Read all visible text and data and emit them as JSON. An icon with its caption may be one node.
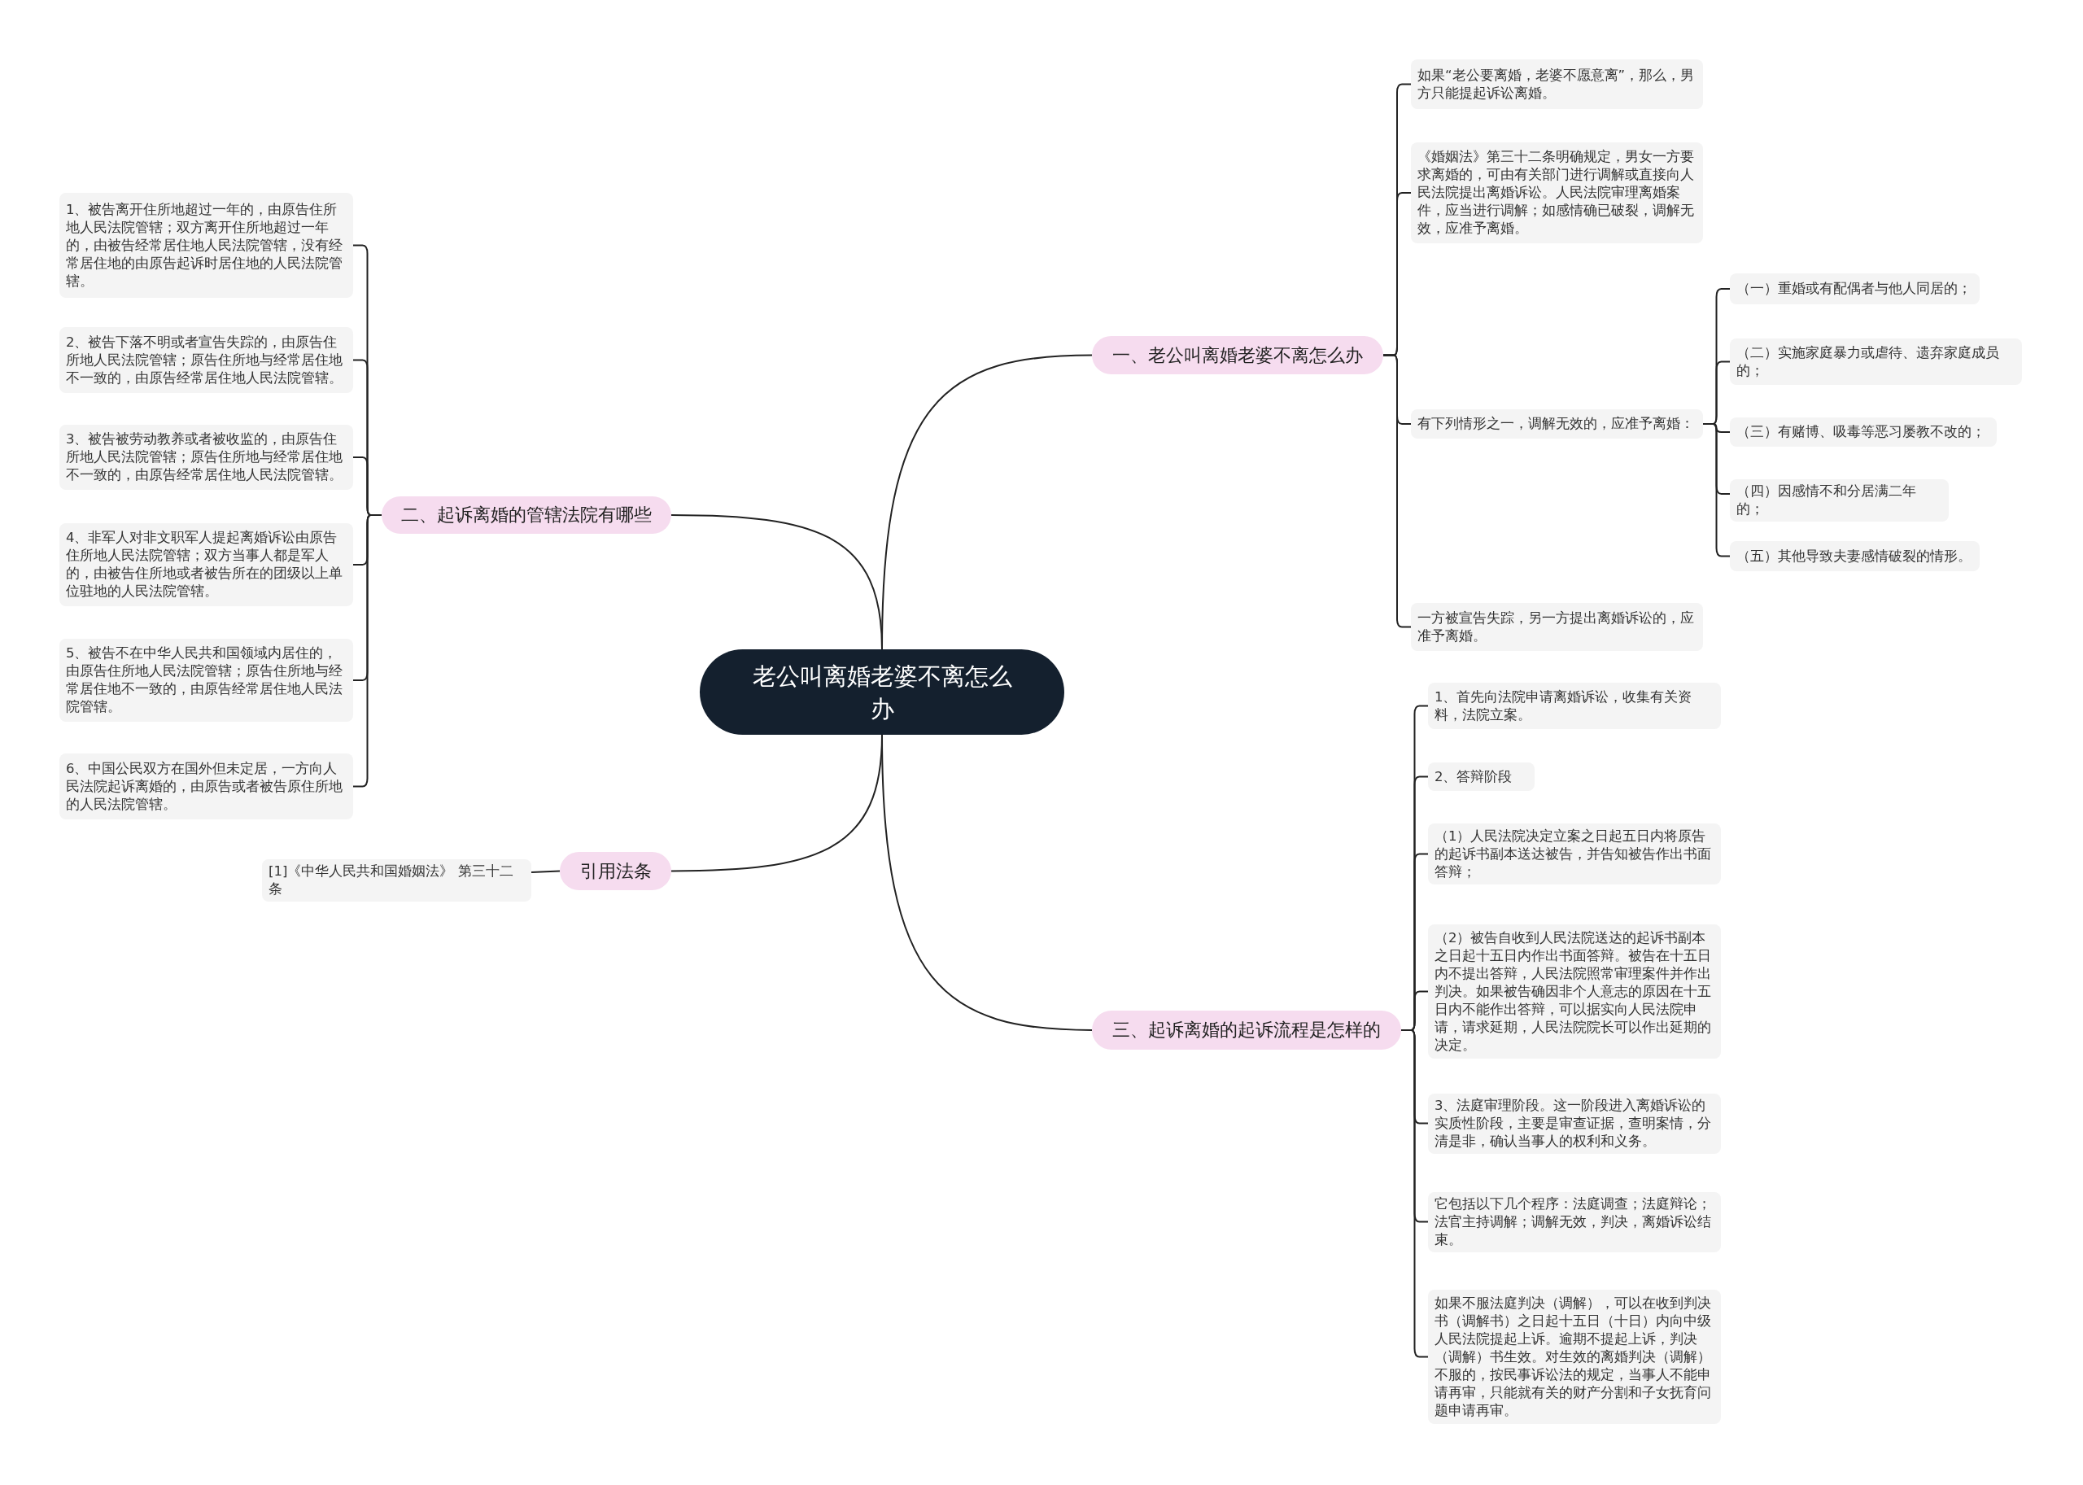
{
  "diagram": {
    "nodes": [
      {
        "text": [
          "老公叫离婚老婆不离怎么办"
        ]
      },
      {
        "text": [
          "一、老公叫离婚老婆不离怎么办"
        ]
      },
      {
        "text": [
          "二、起诉离婚的管辖法院有哪些"
        ]
      },
      {
        "text": [
          "三、起诉离婚的起诉流程是怎样的"
        ]
      },
      {
        "text": [
          "引用法条"
        ]
      },
      {
        "text": [
          "如果“老公要离婚，老婆不愿意离”，那么，男方只能提起诉讼离婚。"
        ]
      },
      {
        "text": [
          "《婚姻法》第三十二条明确规定，男女一方要求离婚的，可由有关部门进行调解或直接向人民法院提出离婚诉讼。人民法院审理离婚案件，应当进行调解；如感情确已破裂，调解无效，应准予离婚。"
        ]
      },
      {
        "text": [
          "有下列情形之一，调解无效的，应准予离婚："
        ]
      },
      {
        "text": [
          "（一）重婚或有配偶者与他人同居的；"
        ]
      },
      {
        "text": [
          "（二）实施家庭暴力或虐待、遗弃家庭成员的；"
        ]
      },
      {
        "text": [
          "（三）有赌博、吸毒等恶习屡教不改的；"
        ]
      },
      {
        "text": [
          "（四）因感情不和分居满二年的；"
        ]
      },
      {
        "text": [
          "（五）其他导致夫妻感情破裂的情形。"
        ]
      },
      {
        "text": [
          "一方被宣告失踪，另一方提出离婚诉讼的，应准予离婚。"
        ]
      },
      {
        "text": [
          "1、被告离开住所地超过一年的，由原告住所地人民法院管辖；双方离开住所地超过一年的，由被告经常居住地人民法院管辖，没有经常居住地的由原告起诉时居住地的人民法院管辖。"
        ]
      },
      {
        "text": [
          "2、被告下落不明或者宣告失踪的，由原告住所地人民法院管辖；原告住所地与经常居住地不一致的，由原告经常居住地人民法院管辖。"
        ]
      },
      {
        "text": [
          "3、被告被劳动教养或者被收监的，由原告住所地人民法院管辖；原告住所地与经常居住地不一致的，由原告经常居住地人民法院管辖。"
        ]
      },
      {
        "text": [
          "4、非军人对非文职军人提起离婚诉讼由原告住所地人民法院管辖；双方当事人都是军人的，由被告住所地或者被告所在的团级以上单位驻地的人民法院管辖。"
        ]
      },
      {
        "text": [
          "5、被告不在中华人民共和国领域内居住的，由原告住所地人民法院管辖；原告住所地与经常居住地不一致的，由原告经常居住地人民法院管辖。"
        ]
      },
      {
        "text": [
          "6、中国公民双方在国外但未定居，一方向人民法院起诉离婚的，由原告或者被告原住所地的人民法院管辖。"
        ]
      },
      {
        "text": [
          "[1]《中华人民共和国婚姻法》 第三十二条"
        ]
      },
      {
        "text": [
          "1、首先向法院申请离婚诉讼，收集有关资料，法院立案。"
        ]
      },
      {
        "text": [
          "2、答辩阶段"
        ]
      },
      {
        "text": [
          "（1）人民法院决定立案之日起五日内将原告的起诉书副本送达被告，并告知被告作出书面答辩；"
        ]
      },
      {
        "text": [
          "（2）被告自收到人民法院送达的起诉书副本之日起十五日内作出书面答辩。被告在十五日内不提出答辩，人民法院照常审理案件并作出判决。如果被告确因非个人意志的原因在十五日内不能作出答辩，可以据实向人民法院申请，请求延期，人民法院院长可以作出延期的决定。"
        ]
      },
      {
        "text": [
          "3、法庭审理阶段。这一阶段进入离婚诉讼的实质性阶段，主要是审查证据，查明案情，分清是非，确认当事人的权利和义务。"
        ]
      },
      {
        "text": [
          "它包括以下几个程序：法庭调查；法庭辩论；法官主持调解；调解无效，判决，离婚诉讼结束。"
        ]
      },
      {
        "text": [
          "如果不服法庭判决（调解），可以在收到判决书（调解书）之日起十五日（十日）内向中级人民法院提起上诉。逾期不提起上诉，判决（调解）书生效。对生效的离婚判决（调解）不服的，按民事诉讼法的规定，当事人不能申请再审，只能就有关的财产分割和子女抚育问题申请再审。"
        ]
      }
    ],
    "edges": [
      {
        "from": 0,
        "to": 1,
        "arrow": "none"
      },
      {
        "from": 0,
        "to": 2,
        "arrow": "none"
      },
      {
        "from": 0,
        "to": 3,
        "arrow": "none"
      },
      {
        "from": 0,
        "to": 4,
        "arrow": "none"
      },
      {
        "from": 1,
        "to": 5,
        "arrow": "none"
      },
      {
        "from": 1,
        "to": 6,
        "arrow": "none"
      },
      {
        "from": 1,
        "to": 7,
        "arrow": "none"
      },
      {
        "from": 1,
        "to": 13,
        "arrow": "none"
      },
      {
        "from": 7,
        "to": 8,
        "arrow": "none"
      },
      {
        "from": 7,
        "to": 9,
        "arrow": "none"
      },
      {
        "from": 7,
        "to": 10,
        "arrow": "none"
      },
      {
        "from": 7,
        "to": 11,
        "arrow": "none"
      },
      {
        "from": 7,
        "to": 12,
        "arrow": "none"
      },
      {
        "from": 2,
        "to": 14,
        "arrow": "none"
      },
      {
        "from": 2,
        "to": 15,
        "arrow": "none"
      },
      {
        "from": 2,
        "to": 16,
        "arrow": "none"
      },
      {
        "from": 2,
        "to": 17,
        "arrow": "none"
      },
      {
        "from": 2,
        "to": 18,
        "arrow": "none"
      },
      {
        "from": 2,
        "to": 19,
        "arrow": "none"
      },
      {
        "from": 4,
        "to": 20,
        "arrow": "none"
      },
      {
        "from": 3,
        "to": 21,
        "arrow": "none"
      },
      {
        "from": 3,
        "to": 22,
        "arrow": "none"
      },
      {
        "from": 3,
        "to": 23,
        "arrow": "none"
      },
      {
        "from": 3,
        "to": 24,
        "arrow": "none"
      },
      {
        "from": 3,
        "to": 25,
        "arrow": "none"
      },
      {
        "from": 3,
        "to": 26,
        "arrow": "none"
      },
      {
        "from": 3,
        "to": 27,
        "arrow": "none"
      }
    ]
  }
}
